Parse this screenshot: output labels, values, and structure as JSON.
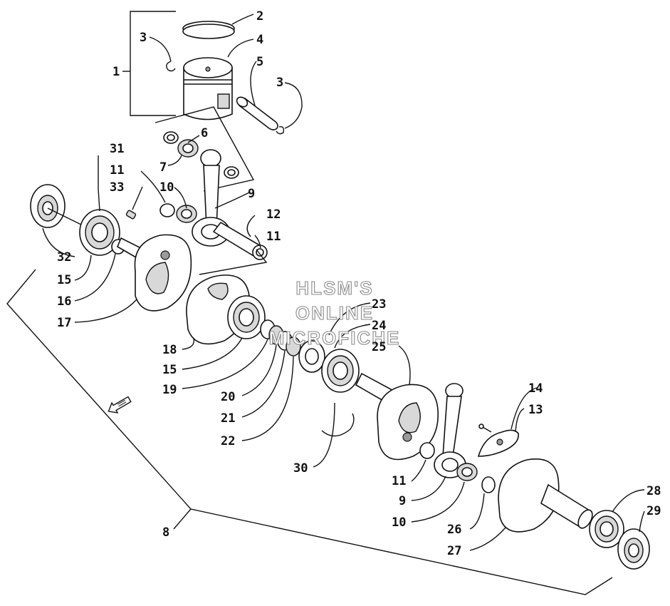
{
  "watermark": {
    "line1": "HLSM'S",
    "line2": "ONLINE",
    "line3": "MICROFICHE"
  },
  "callouts": [
    {
      "id": "c1",
      "text": "1"
    },
    {
      "id": "c2",
      "text": "2"
    },
    {
      "id": "c3a",
      "text": "3"
    },
    {
      "id": "c4",
      "text": "4"
    },
    {
      "id": "c5",
      "text": "5"
    },
    {
      "id": "c3b",
      "text": "3"
    },
    {
      "id": "c6",
      "text": "6"
    },
    {
      "id": "c7",
      "text": "7"
    },
    {
      "id": "c31",
      "text": "31"
    },
    {
      "id": "c11a",
      "text": "11"
    },
    {
      "id": "c33",
      "text": "33"
    },
    {
      "id": "c10a",
      "text": "10"
    },
    {
      "id": "c9a",
      "text": "9"
    },
    {
      "id": "c12",
      "text": "12"
    },
    {
      "id": "c11b",
      "text": "11"
    },
    {
      "id": "c32",
      "text": "32"
    },
    {
      "id": "c15a",
      "text": "15"
    },
    {
      "id": "c16",
      "text": "16"
    },
    {
      "id": "c17",
      "text": "17"
    },
    {
      "id": "c23",
      "text": "23"
    },
    {
      "id": "c24",
      "text": "24"
    },
    {
      "id": "c25",
      "text": "25"
    },
    {
      "id": "c18",
      "text": "18"
    },
    {
      "id": "c15b",
      "text": "15"
    },
    {
      "id": "c19",
      "text": "19"
    },
    {
      "id": "c20",
      "text": "20"
    },
    {
      "id": "c21",
      "text": "21"
    },
    {
      "id": "c22",
      "text": "22"
    },
    {
      "id": "c14",
      "text": "14"
    },
    {
      "id": "c13",
      "text": "13"
    },
    {
      "id": "c30",
      "text": "30"
    },
    {
      "id": "c11c",
      "text": "11"
    },
    {
      "id": "c9b",
      "text": "9"
    },
    {
      "id": "c10b",
      "text": "10"
    },
    {
      "id": "c26",
      "text": "26"
    },
    {
      "id": "c27",
      "text": "27"
    },
    {
      "id": "c28",
      "text": "28"
    },
    {
      "id": "c29",
      "text": "29"
    },
    {
      "id": "c8",
      "text": "8"
    }
  ],
  "icons": {
    "front_arrow": "front-direction-arrow-icon"
  }
}
